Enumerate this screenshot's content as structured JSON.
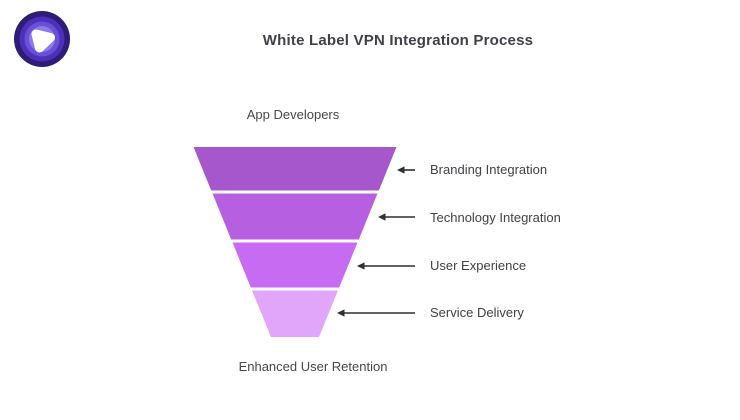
{
  "header": {
    "title": "White Label VPN Integration Process"
  },
  "logo": {
    "name": "purple-vpn-brand-logo",
    "ring_colors": {
      "outer": "#2e1c75",
      "ring2": "#4c30ba",
      "ring3": "#6a4fd8",
      "inner": "#8d79ec",
      "core": "#ffffff"
    }
  },
  "funnel": {
    "top_label": "App Developers",
    "bottom_label": "Enhanced User Retention",
    "arrow_color": "#2f2f2f",
    "stages": [
      {
        "label": "Branding Integration",
        "color": "#a557cb"
      },
      {
        "label": "Technology Integration",
        "color": "#b660e1"
      },
      {
        "label": "User Experience",
        "color": "#c76bf3"
      },
      {
        "label": "Service Delivery",
        "color": "#e1a6f9"
      }
    ]
  },
  "theme": {
    "background": "#ffffff",
    "title_color": "#404048",
    "label_color": "#414146"
  }
}
